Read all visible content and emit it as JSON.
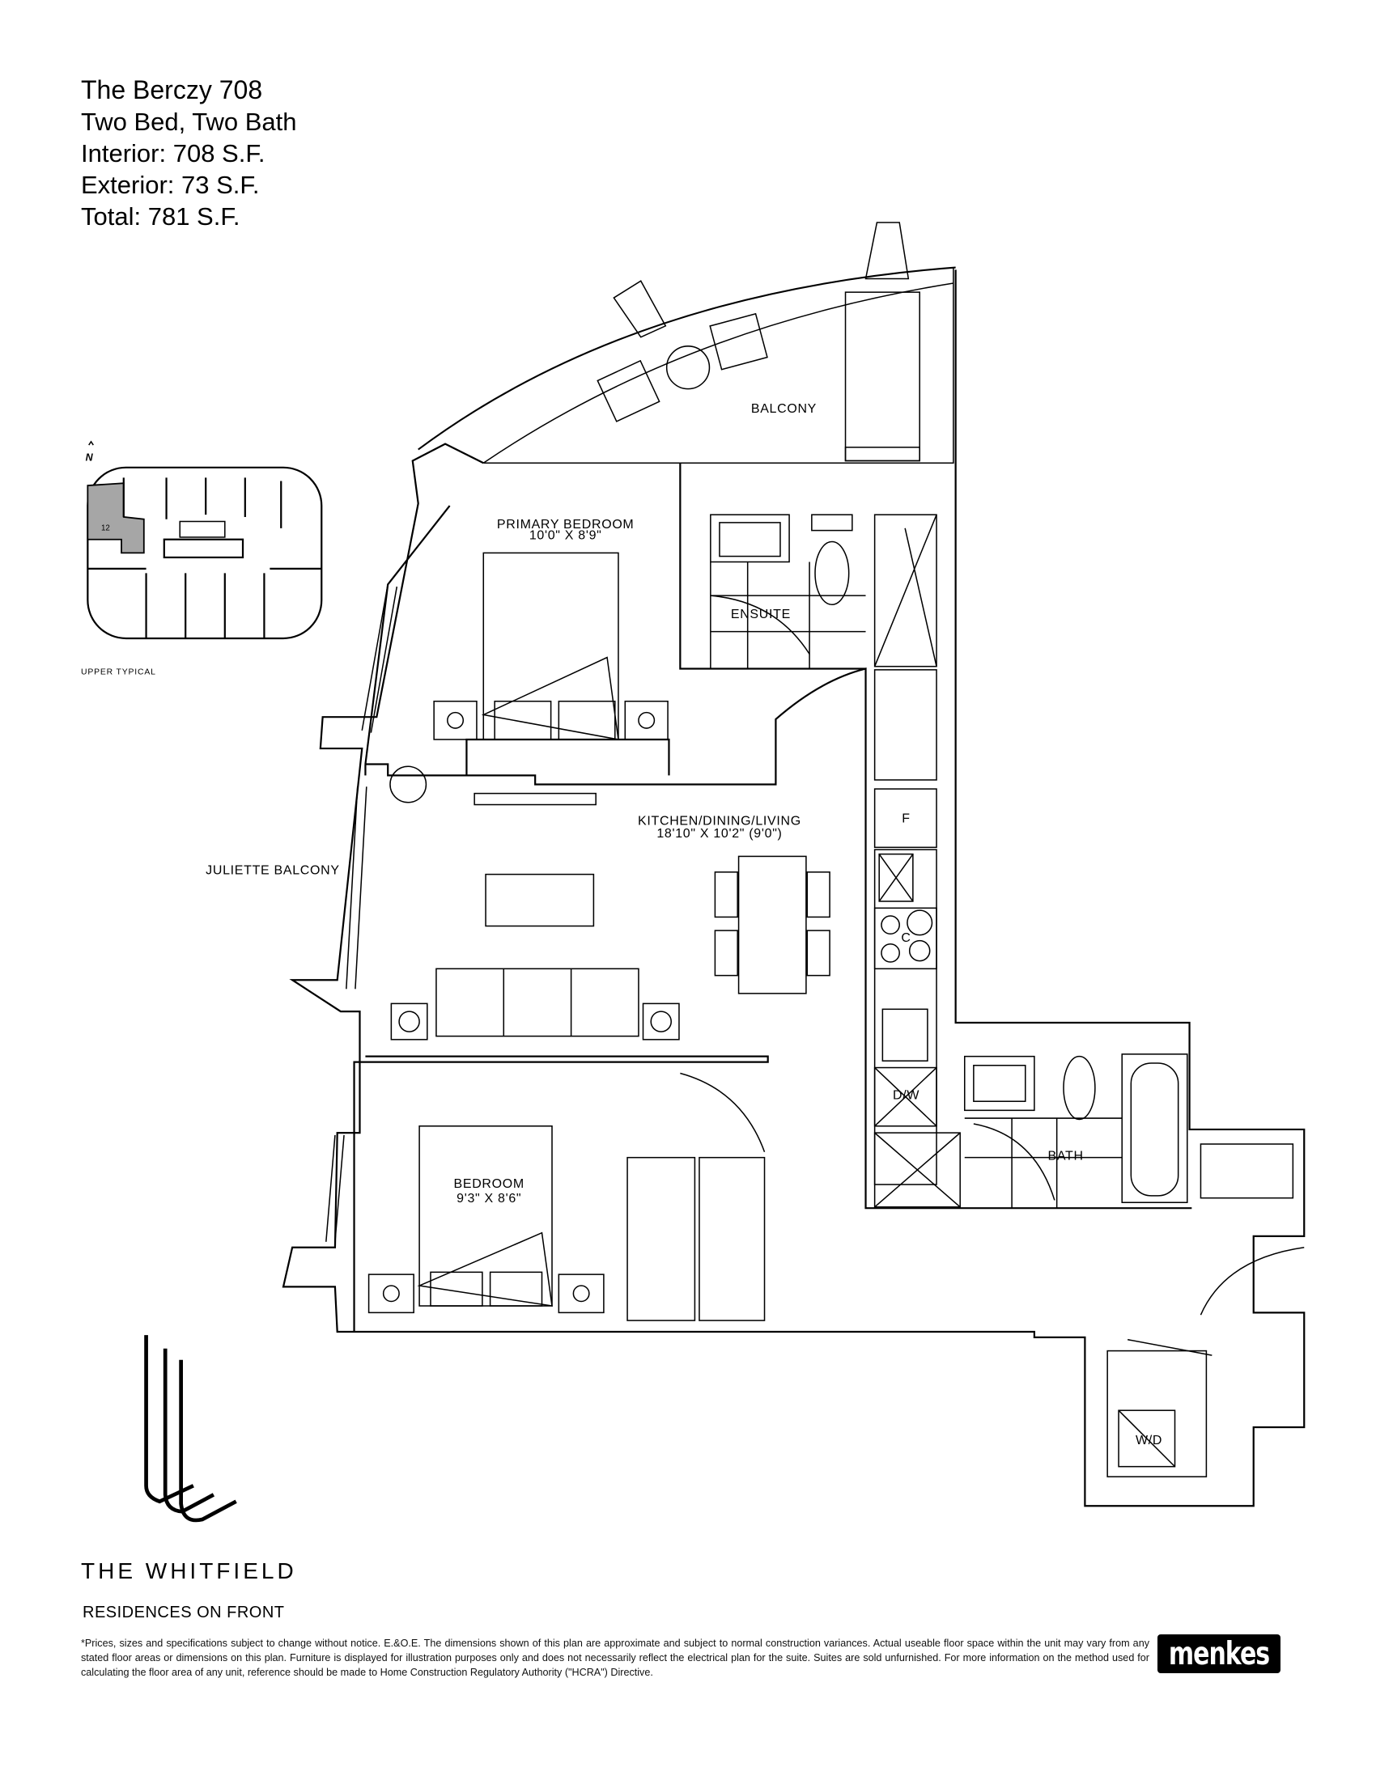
{
  "header": {
    "title": "The Berczy 708",
    "type": "Two Bed, Two Bath",
    "interior": "Interior: 708 S.F.",
    "exterior": "Exterior: 73 S.F.",
    "total": "Total: 781 S.F."
  },
  "keyplan": {
    "north": "N",
    "unit_number": "12",
    "caption": "UPPER TYPICAL",
    "highlight_color": "#a6a6a6"
  },
  "rooms": {
    "balcony": "BALCONY",
    "primary_bedroom": "PRIMARY BEDROOM",
    "primary_bedroom_dim": "10'0\" X 8'9\"",
    "ensuite": "ENSUITE",
    "kitchen": "KITCHEN/DINING/LIVING",
    "kitchen_dim": "18'10\" X 10'2\" (9'0\")",
    "juliette": "JULIETTE BALCONY",
    "bedroom": "BEDROOM",
    "bedroom_dim": "9'3\" X 8'6\"",
    "bath": "BATH",
    "fridge": "F",
    "dishwasher": "D/W",
    "washer_dryer": "W/D",
    "cooktop": "C"
  },
  "branding": {
    "name": "THE WHITFIELD",
    "subtitle": "RESIDENCES ON FRONT",
    "developer": "menkes"
  },
  "disclaimer": "*Prices, sizes and specifications subject to change without notice. E.&O.E. The dimensions shown of this plan are approximate and subject to normal construction variances. Actual useable floor space within the unit may vary from any stated floor areas or dimensions on this plan. Furniture is displayed for illustration purposes only and does not necessarily reflect the electrical plan for the suite. Suites are sold unfurnished. For more information on the method used for calculating the floor area of any unit, reference should be made to Home Construction Regulatory Authority (\"HCRA\") Directive."
}
